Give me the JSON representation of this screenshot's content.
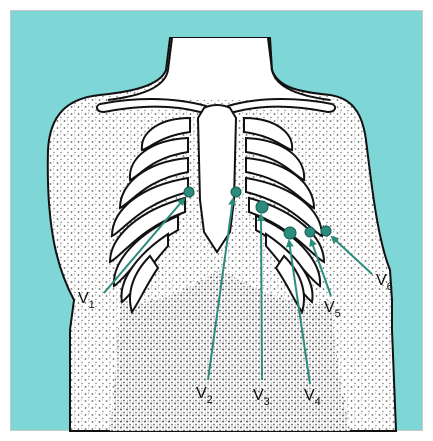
{
  "diagram": {
    "background_color": "#7fd6d6",
    "torso_color": "#ffffff",
    "stipple_color": "#555555",
    "line_color": "#111111",
    "electrode_color": "#2c8c7c",
    "leads": [
      {
        "main": "V",
        "sub": "1"
      },
      {
        "main": "V",
        "sub": "2"
      },
      {
        "main": "V",
        "sub": "3"
      },
      {
        "main": "V",
        "sub": "4"
      },
      {
        "main": "V",
        "sub": "5"
      },
      {
        "main": "V",
        "sub": "6"
      }
    ]
  }
}
